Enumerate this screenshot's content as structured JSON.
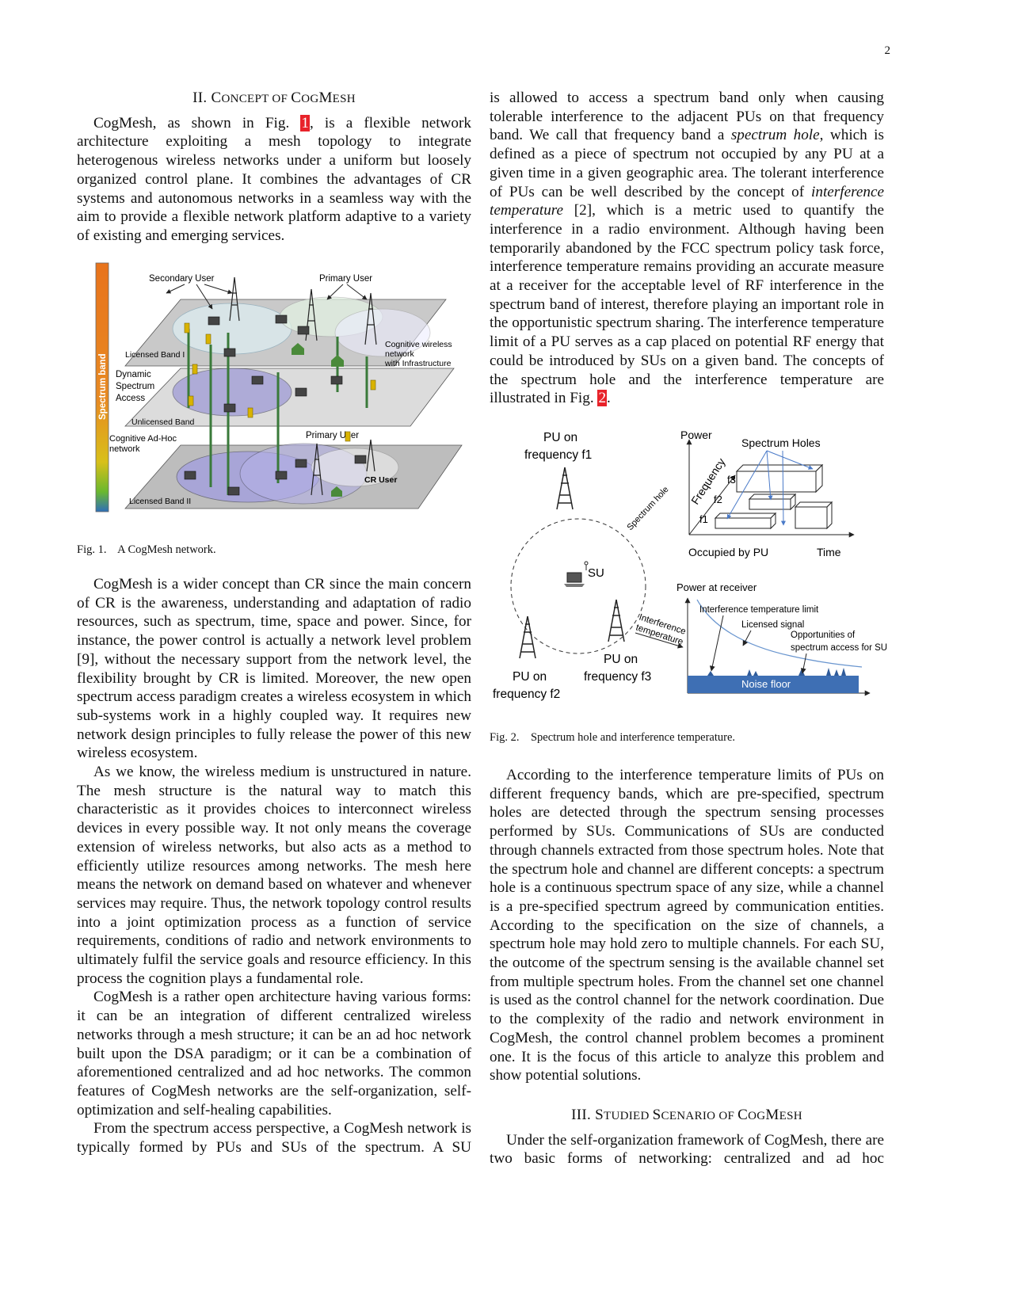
{
  "page_number": "2",
  "section2": {
    "num": "II.",
    "title_parts": [
      "C",
      "ONCEPT OF ",
      "C",
      "OG",
      "M",
      "ESH"
    ]
  },
  "col1_p1": {
    "before": "CogMesh, as shown in Fig. ",
    "ref": "1",
    "after": ", is a flexible network architecture exploiting a mesh topology to integrate heterogenous wireless networks under a uniform but loosely organized control plane. It combines the advantages of CR systems and autonomous networks in a seamless way with the aim to provide a flexible network platform adaptive to a variety of existing and emerging services."
  },
  "fig1": {
    "caption": "Fig. 1.    A CogMesh network.",
    "labels": {
      "secondary_user": "Secondary User",
      "primary_user_top": "Primary User",
      "licensed_band_1": "Licensed Band I",
      "cognitive_wireless": "Cognitive wireless",
      "network": "network",
      "with_infra": "with Infrastructure",
      "dynamic": "Dynamic",
      "spectrum": "Spectrum",
      "access": "Access",
      "unlicensed_band": "Unlicensed Band",
      "cognitive_adhoc": "Cognitive Ad-Hoc",
      "network2": "network",
      "primary_user_bottom": "Primary User",
      "cr_user": "CR User",
      "licensed_band_2": "Licensed Band II",
      "spectrum_band": "Spectrum band"
    }
  },
  "col1_paragraphs": [
    "CogMesh is a wider concept than CR since the main concern of CR is the awareness, understanding and adaptation of radio resources, such as spectrum, time, space and power. Since, for instance, the power control is actually a network level problem [9], without the necessary support from the network level, the flexibility brought by CR is limited. Moreover, the new open spectrum access paradigm creates a wireless ecosystem in which sub-systems work in a highly coupled way. It requires new network design principles to fully release the power of this new wireless ecosystem.",
    "As we know, the wireless medium is unstructured in nature. The mesh structure is the natural way to match this characteristic as it provides choices to interconnect wireless devices in every possible way. It not only means the coverage extension of wireless networks, but also acts as a method to efficiently utilize resources among networks. The mesh here means the network on demand based on whatever and whenever services may require. Thus, the network topology control results into a joint optimization process as a function of service requirements, conditions of radio and network environments to ultimately fulfil the service goals and resource efficiency. In this process the cognition plays a fundamental role.",
    "CogMesh is a rather open architecture having various forms: it can be an integration of different centralized wireless networks through a mesh structure; it can be an ad hoc network built upon the DSA paradigm; or it can be a combination of aforementioned centralized and ad hoc networks. The common features of CogMesh networks are the self-organization, self-optimization and self-healing capabilities.",
    "From the spectrum access perspective, a CogMesh network is typically formed by PUs and SUs of the spectrum. A SU"
  ],
  "col2_p1": {
    "t1": "is allowed to access a spectrum band only when causing tolerable interference to the adjacent PUs on that frequency band. We call that frequency band a ",
    "em1": "spectrum hole",
    "t2": ", which is defined as a piece of spectrum not occupied by any PU at a given time in a given geographic area. The tolerant interference of PUs can be well described by the concept of ",
    "em2": "interference temperature",
    "t3": " [2], which is a metric used to quantify the interference in a radio environment. Although having been temporarily abandoned by the FCC spectrum policy task force, interference temperature remains providing an accurate measure at a receiver for the acceptable level of RF interference in the spectrum band of interest, therefore playing an important role in the opportunistic spectrum sharing. The interference temperature limit of a PU serves as a cap placed on potential RF energy that could be introduced by SUs on a given band. The concepts of the spectrum hole and the interference temperature are illustrated in Fig. ",
    "ref": "2",
    "t4": "."
  },
  "fig2": {
    "caption": "Fig. 2.    Spectrum hole and interference temperature.",
    "labels": {
      "pu_f1_a": "PU on",
      "pu_f1_b": "frequency f1",
      "spectrum_hole": "Spectrum hole",
      "su": "SU",
      "interference": "Interference",
      "temperature": "temperature",
      "pu_f3_a": "PU on",
      "pu_f3_b": "frequency f3",
      "pu_f2_a": "PU on",
      "pu_f2_b": "frequency f2",
      "power": "Power",
      "spectrum_holes": "Spectrum Holes",
      "frequency": "Frequency",
      "f3": "f3",
      "f2": "f2",
      "f1": "f1",
      "occupied_by_pu": "Occupied by PU",
      "time": "Time",
      "power_at_receiver": "Power at receiver",
      "itl": "Interference temperature limit",
      "licensed_signal": "Licensed signal",
      "opp1": "Opportunities of",
      "opp2": "spectrum access for SU",
      "noise_floor": "Noise floor"
    }
  },
  "col2_paragraph2": "According to the interference temperature limits of PUs on different frequency bands, which are pre-specified, spectrum holes are detected through the spectrum sensing processes performed by SUs. Communications of SUs are conducted through channels extracted from those spectrum holes. Note that the spectrum hole and channel are different concepts: a spectrum hole is a continuous spectrum space of any size, while a channel is a pre-specified spectrum agreed by communication entities. According to the specification on the size of channels, a spectrum hole may hold zero to multiple channels. For each SU, the outcome of the spectrum sensing is the available channel set from multiple spectrum holes. From the channel set one channel is used as the control channel for the network coordination. Due to the complexity of the radio and network environment in CogMesh, the control channel problem becomes a prominent one. It is the focus of this article to analyze this problem and show potential solutions.",
  "section3": {
    "num": "III.",
    "title_parts": [
      "S",
      "TUDIED ",
      "S",
      "CENARIO OF ",
      "C",
      "OG",
      "M",
      "ESH"
    ]
  },
  "col2_last": "Under the self-organization framework of CogMesh, there are two basic forms of networking: centralized and ad hoc"
}
